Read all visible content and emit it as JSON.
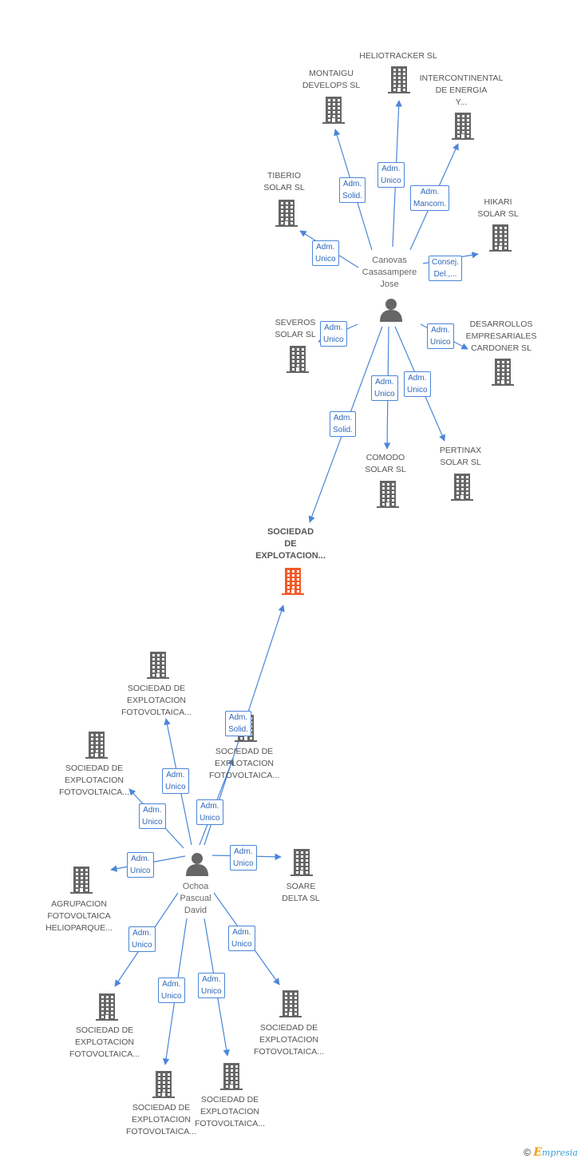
{
  "colors": {
    "edge": "#4a86d8",
    "building": "#666666",
    "focus": "#f05a28",
    "person": "#666666"
  },
  "persons": [
    {
      "id": "p1",
      "name_lines": [
        "Canovas",
        "Casasampere",
        "Jose"
      ]
    },
    {
      "id": "p2",
      "name_lines": [
        "Ochoa",
        "Pascual",
        "David"
      ]
    }
  ],
  "companies": [
    {
      "id": "focus",
      "name_lines": [
        "SOCIEDAD",
        "DE",
        "EXPLOTACION..."
      ],
      "focus": true
    },
    {
      "id": "c_heliotracker",
      "name_lines": [
        "HELIOTRACKER SL"
      ]
    },
    {
      "id": "c_montaigu",
      "name_lines": [
        "MONTAIGU",
        "DEVELOPS SL"
      ]
    },
    {
      "id": "c_intercontinental",
      "name_lines": [
        "INTERCONTINENTAL",
        "DE ENERGIA",
        "Y..."
      ]
    },
    {
      "id": "c_tiberio",
      "name_lines": [
        "TIBERIO",
        "SOLAR SL"
      ]
    },
    {
      "id": "c_hikari",
      "name_lines": [
        "HIKARI",
        "SOLAR SL"
      ]
    },
    {
      "id": "c_severos",
      "name_lines": [
        "SEVEROS",
        "SOLAR SL"
      ]
    },
    {
      "id": "c_desarrollos",
      "name_lines": [
        "DESARROLLOS",
        "EMPRESARIALES",
        "CARDONER SL"
      ]
    },
    {
      "id": "c_comodo",
      "name_lines": [
        "COMODO",
        "SOLAR SL"
      ]
    },
    {
      "id": "c_pertinax",
      "name_lines": [
        "PERTINAX",
        "SOLAR SL"
      ]
    },
    {
      "id": "c_sef1",
      "name_lines": [
        "SOCIEDAD DE",
        "EXPLOTACION",
        "FOTOVOLTAICA..."
      ]
    },
    {
      "id": "c_sef2",
      "name_lines": [
        "SOCIEDAD DE",
        "EXPLOTACION",
        "FOTOVOLTAICA..."
      ]
    },
    {
      "id": "c_sef3",
      "name_lines": [
        "SOCIEDAD DE",
        "EXPLOTACION",
        "FOTOVOLTAICA..."
      ]
    },
    {
      "id": "c_agrupacion",
      "name_lines": [
        "AGRUPACION",
        "FOTOVOLTAICA",
        "HELIOPARQUE..."
      ]
    },
    {
      "id": "c_soare",
      "name_lines": [
        "SOARE",
        "DELTA SL"
      ]
    },
    {
      "id": "c_sef4",
      "name_lines": [
        "SOCIEDAD DE",
        "EXPLOTACION",
        "FOTOVOLTAICA..."
      ]
    },
    {
      "id": "c_sef5",
      "name_lines": [
        "SOCIEDAD DE",
        "EXPLOTACION",
        "FOTOVOLTAICA..."
      ]
    },
    {
      "id": "c_sef6",
      "name_lines": [
        "SOCIEDAD DE",
        "EXPLOTACION",
        "FOTOVOLTAICA..."
      ]
    },
    {
      "id": "c_sef7",
      "name_lines": [
        "SOCIEDAD DE",
        "EXPLOTACION",
        "FOTOVOLTAICA..."
      ]
    }
  ],
  "edges": [
    {
      "from": "p1",
      "to": "c_heliotracker",
      "role": [
        "Adm.",
        "Solid."
      ]
    },
    {
      "from": "p1",
      "to": "c_montaigu",
      "role": [
        "Adm.",
        "Unico"
      ]
    },
    {
      "from": "p1",
      "to": "c_intercontinental",
      "role": [
        "Adm.",
        "Mancom."
      ]
    },
    {
      "from": "p1",
      "to": "c_tiberio",
      "role": [
        "Adm.",
        "Unico"
      ]
    },
    {
      "from": "p1",
      "to": "c_hikari",
      "role": [
        "Consej.",
        "Del.,..."
      ]
    },
    {
      "from": "p1",
      "to": "c_severos",
      "role": [
        "Adm.",
        "Unico"
      ]
    },
    {
      "from": "p1",
      "to": "c_desarrollos",
      "role": [
        "Adm.",
        "Unico"
      ]
    },
    {
      "from": "p1",
      "to": "c_comodo",
      "role": [
        "Adm.",
        "Unico"
      ]
    },
    {
      "from": "p1",
      "to": "c_pertinax",
      "role": [
        "Adm.",
        "Unico"
      ]
    },
    {
      "from": "p1",
      "to": "focus",
      "role": [
        "Adm.",
        "Solid."
      ]
    },
    {
      "from": "p2",
      "to": "focus",
      "role": [
        "Adm.",
        "Solid."
      ]
    },
    {
      "from": "p2",
      "to": "c_sef1",
      "role": [
        "Adm.",
        "Unico"
      ]
    },
    {
      "from": "p2",
      "to": "c_sef2",
      "role": [
        "Adm.",
        "Unico"
      ]
    },
    {
      "from": "p2",
      "to": "c_sef3",
      "role": [
        "Adm.",
        "Unico"
      ]
    },
    {
      "from": "p2",
      "to": "c_agrupacion",
      "role": [
        "Adm.",
        "Unico"
      ]
    },
    {
      "from": "p2",
      "to": "c_soare",
      "role": [
        "Adm.",
        "Unico"
      ]
    },
    {
      "from": "p2",
      "to": "c_sef4",
      "role": [
        "Adm.",
        "Unico"
      ]
    },
    {
      "from": "p2",
      "to": "c_sef5",
      "role": [
        "Adm.",
        "Unico"
      ]
    },
    {
      "from": "p2",
      "to": "c_sef6",
      "role": [
        "Adm.",
        "Unico"
      ]
    },
    {
      "from": "p2",
      "to": "c_sef7",
      "role": [
        "Adm.",
        "Unico"
      ]
    }
  ],
  "footer": {
    "copyright": "©",
    "brand_initial": "E",
    "brand_rest": "mpresia"
  }
}
